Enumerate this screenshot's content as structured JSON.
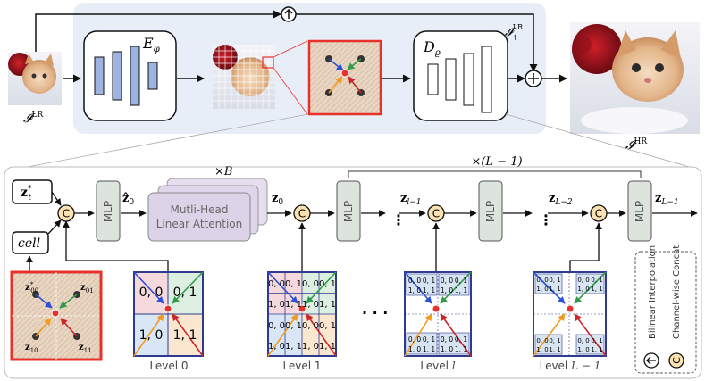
{
  "top": {
    "input_label": "𝓘",
    "input_sup": "LR",
    "encoder_label": "E",
    "encoder_sub": "φ",
    "decoder_label": "D",
    "decoder_sub": "ϱ",
    "upsample_label": "𝓘",
    "upsample_sub": "↑",
    "upsample_sup": "LR",
    "output_label": "𝓘",
    "output_sup": "HR"
  },
  "bottom": {
    "z_star": "z",
    "z_star_sub": "t",
    "z_star_sup": "*",
    "cell": "cell",
    "mlp": "MLP",
    "z0_hat": "ẑ",
    "z0_hat_sub": "0",
    "repeat_label": "×B",
    "attention_line1": "Mutli-Head",
    "attention_line2": "Linear Attention",
    "z0": "z",
    "z0_sub": "0",
    "repeat_levels": "×(L − 1)",
    "zl1": "z",
    "zl1_sub": "l−1",
    "zL2": "z",
    "zL2_sub": "L−2",
    "zL1": "z",
    "zL1_sub": "L−1",
    "concat_symbol": "C",
    "patch_tl": "z",
    "patch_tl_sub": "00",
    "patch_tl_sup": "*",
    "patch_tr": "z",
    "patch_tr_sub": "01",
    "patch_bl": "z",
    "patch_bl_sub": "10",
    "patch_br": "z",
    "patch_br_sub": "11"
  },
  "levels": {
    "level0": [
      "0, 0",
      "0, 1",
      "1, 0",
      "1, 1"
    ],
    "level1_rows": [
      [
        "0, 0",
        "0, 1",
        "0, 0",
        "0, 1"
      ],
      [
        "1, 0",
        "1, 1",
        "1, 0",
        "1, 1"
      ],
      [
        "0, 0",
        "0, 1",
        "0, 0",
        "0, 1"
      ],
      [
        "1, 0",
        "1, 1",
        "1, 0",
        "1, 1"
      ]
    ],
    "small_cells": [
      "0, 0",
      "0, 1",
      "1, 0",
      "1, 1"
    ],
    "caption0": "Level 0",
    "caption1": "Level 1",
    "caption_l_prefix": "Level ",
    "caption_l_var": "l",
    "caption_L_prefix": "Level ",
    "caption_L_var": "L − 1",
    "ellipsis": "· · ·"
  },
  "legend": {
    "bilinear": "Bilinear Interpolation",
    "concat": "Channel-wise Concat."
  },
  "colors": {
    "panel_bg": "#e8eef8",
    "mlp_fill": "#dde3dd",
    "attention_fill": "#ddd3e8",
    "concat_fill": "#fbe2b0",
    "red_dot": "#e8312a",
    "blue_arrow": "#2b4fd6",
    "green_arrow": "#2e9a4a",
    "orange_arrow": "#f29a1f",
    "red_arrow": "#c9262b",
    "grid_border": "#2e3b8f"
  }
}
